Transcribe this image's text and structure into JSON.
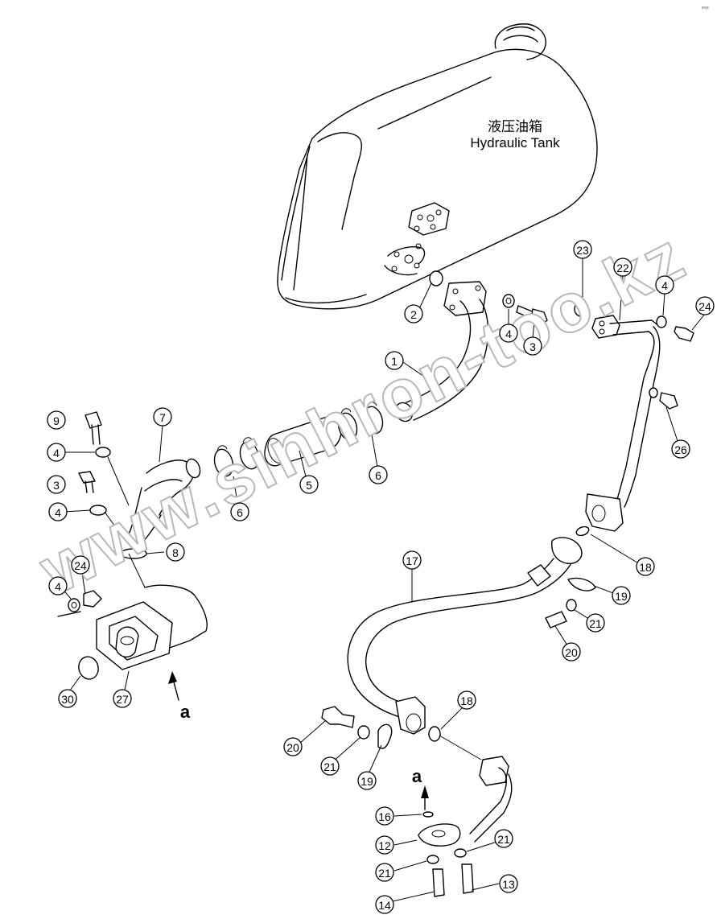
{
  "labels": {
    "tank_cn": "液压油箱",
    "tank_en": "Hydraulic Tank",
    "view_a": "a",
    "watermark": "www.sinhron-too.kz",
    "corner_mark": "ᵖᵃᵍᵉ"
  },
  "callouts": [
    {
      "id": "c1",
      "text": "1"
    },
    {
      "id": "c2",
      "text": "2"
    },
    {
      "id": "c3a",
      "text": "3"
    },
    {
      "id": "c4a",
      "text": "4"
    },
    {
      "id": "c23",
      "text": "23"
    },
    {
      "id": "c22",
      "text": "22"
    },
    {
      "id": "c4b",
      "text": "4"
    },
    {
      "id": "c24a",
      "text": "24"
    },
    {
      "id": "c26",
      "text": "26"
    },
    {
      "id": "c18a",
      "text": "18"
    },
    {
      "id": "c19a",
      "text": "19"
    },
    {
      "id": "c21a",
      "text": "21"
    },
    {
      "id": "c20a",
      "text": "20"
    },
    {
      "id": "c17",
      "text": "17"
    },
    {
      "id": "c9",
      "text": "9"
    },
    {
      "id": "c7",
      "text": "7"
    },
    {
      "id": "c4c",
      "text": "4"
    },
    {
      "id": "c3b",
      "text": "3"
    },
    {
      "id": "c4d",
      "text": "4"
    },
    {
      "id": "c8",
      "text": "8"
    },
    {
      "id": "c24b",
      "text": "24"
    },
    {
      "id": "c4e",
      "text": "4"
    },
    {
      "id": "c5",
      "text": "5"
    },
    {
      "id": "c6a",
      "text": "6"
    },
    {
      "id": "c6b",
      "text": "6"
    },
    {
      "id": "c30",
      "text": "30"
    },
    {
      "id": "c27",
      "text": "27"
    },
    {
      "id": "c20b",
      "text": "20"
    },
    {
      "id": "c21b",
      "text": "21"
    },
    {
      "id": "c19b",
      "text": "19"
    },
    {
      "id": "c18b",
      "text": "18"
    },
    {
      "id": "c16",
      "text": "16"
    },
    {
      "id": "c12",
      "text": "12"
    },
    {
      "id": "c21c",
      "text": "21"
    },
    {
      "id": "c21d",
      "text": "21"
    },
    {
      "id": "c14",
      "text": "14"
    },
    {
      "id": "c13",
      "text": "13"
    }
  ]
}
